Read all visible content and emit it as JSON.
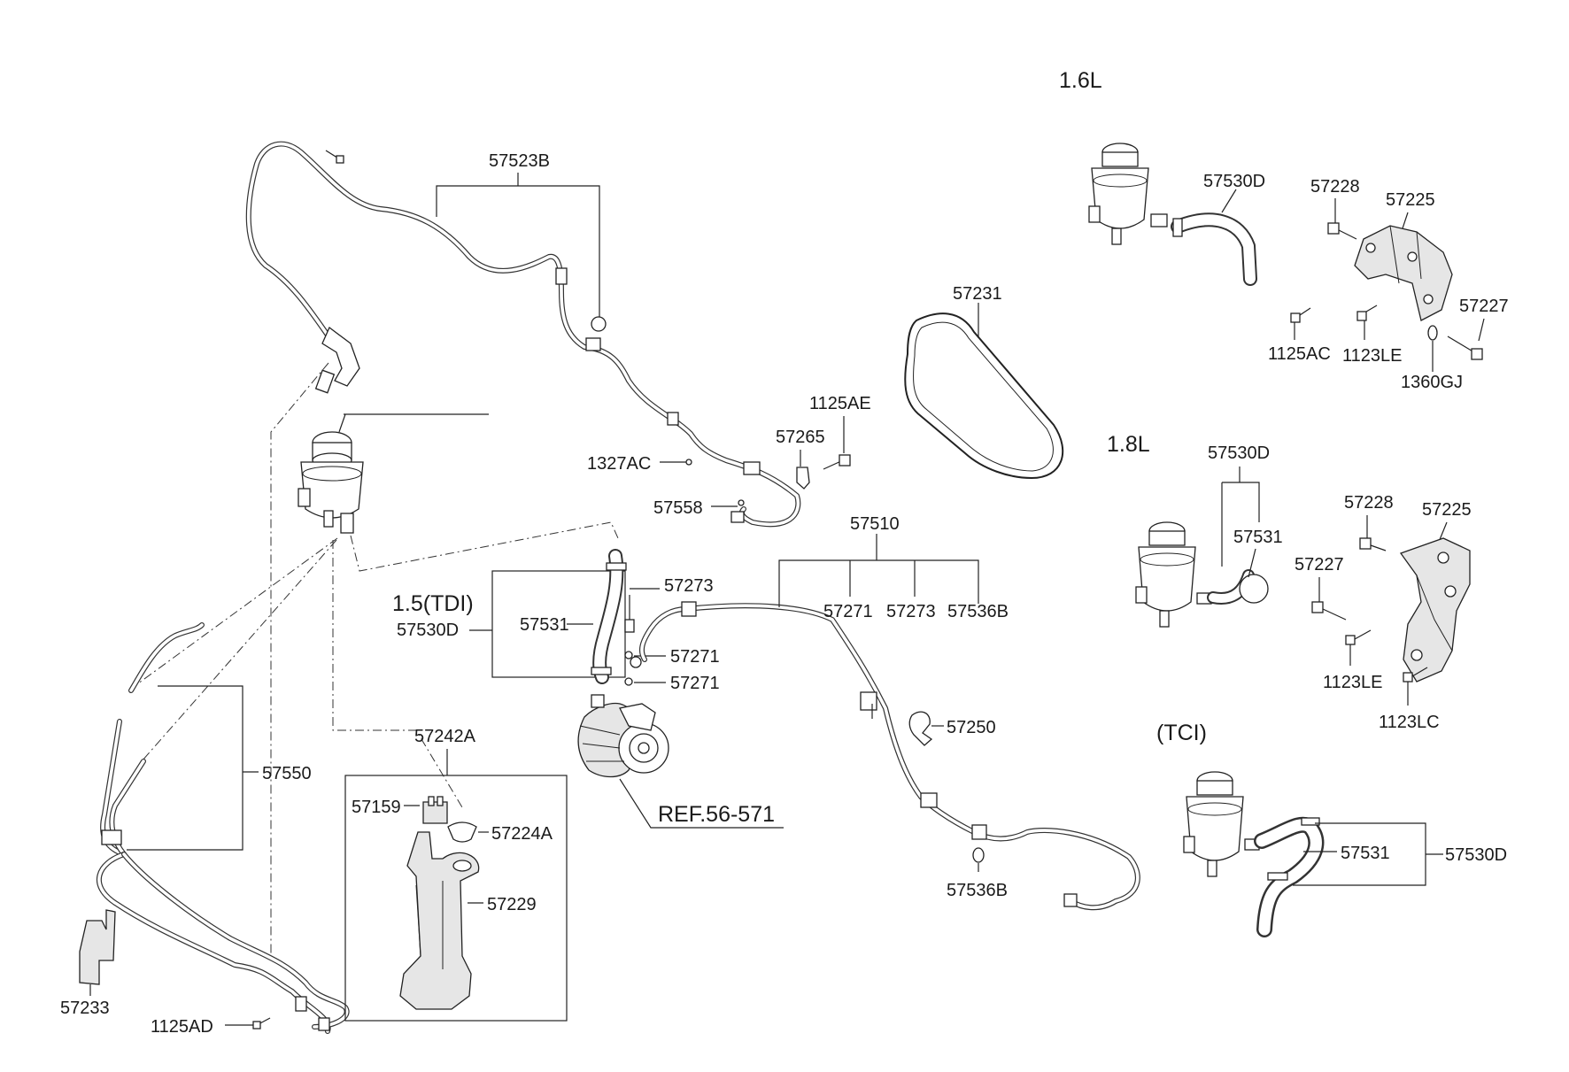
{
  "variants": {
    "l16": "1.6L",
    "l18": "1.8L",
    "tdi": "1.5(TDI)",
    "tci": "(TCI)"
  },
  "callouts": {
    "p57523B": "57523B",
    "p57231": "57231",
    "p1125AE": "1125AE",
    "p57265": "57265",
    "p1327AC": "1327AC",
    "p57558": "57558",
    "p57510": "57510",
    "p57271_a": "57271",
    "p57273_a": "57273",
    "p57536B_a": "57536B",
    "p57273_b": "57273",
    "p57531_tdi": "57531",
    "p57530D_tdi": "57530D",
    "p57271_b": "57271",
    "p57271_c": "57271",
    "p57242A": "57242A",
    "p57159": "57159",
    "p57224A": "57224A",
    "p57229": "57229",
    "p57550": "57550",
    "p57233": "57233",
    "p1125AD": "1125AD",
    "pREF": "REF.56-571",
    "p57250": "57250",
    "p57536B_b": "57536B",
    "p57530D_16": "57530D",
    "p57228_16": "57228",
    "p57225_16": "57225",
    "p57227_16": "57227",
    "p1125AC": "1125AC",
    "p1123LE_16": "1123LE",
    "p1360GJ": "1360GJ",
    "p57530D_18": "57530D",
    "p57531_18": "57531",
    "p57228_18": "57228",
    "p57225_18": "57225",
    "p57227_18": "57227",
    "p1123LE_18": "1123LE",
    "p1123LC": "1123LC",
    "p57531_tci": "57531",
    "p57530D_tci": "57530D"
  },
  "icons": {
    "reservoir": "oil-reservoir-icon",
    "pump": "power-steering-pump-icon",
    "belt": "drive-belt-icon",
    "bracket": "mounting-bracket-icon",
    "bolt": "bolt-icon",
    "hose": "hose-icon",
    "clamp": "clamp-icon"
  }
}
